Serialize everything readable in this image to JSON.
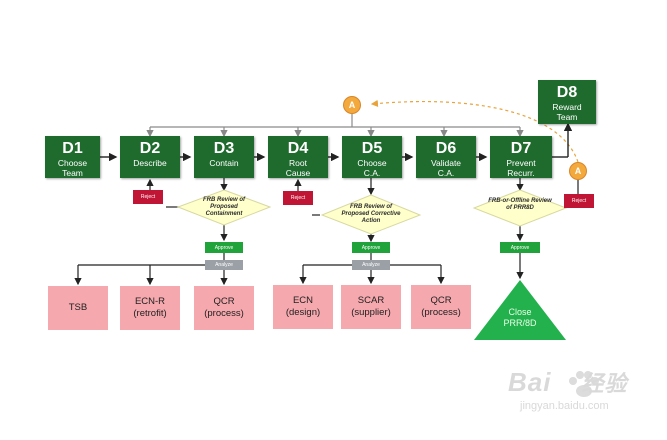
{
  "steps": [
    {
      "code": "D1",
      "label": "Choose Team"
    },
    {
      "code": "D2",
      "label": "Describe"
    },
    {
      "code": "D3",
      "label": "Contain"
    },
    {
      "code": "D4",
      "label": "Root Cause"
    },
    {
      "code": "D5",
      "label": "Choose C.A."
    },
    {
      "code": "D6",
      "label": "Validate C.A."
    },
    {
      "code": "D7",
      "label": "Prevent Recurr."
    },
    {
      "code": "D8",
      "label": "Reward Team"
    }
  ],
  "decisions": [
    {
      "text": "FRB Review of Proposed Containment"
    },
    {
      "text": "FRB Review of Proposed Corrective Action"
    },
    {
      "text": "FRB-or-Offline Review of PRR8D"
    }
  ],
  "tags": {
    "reject": "Reject",
    "approve": "Approve",
    "analyze": "Analyze"
  },
  "connector": "A",
  "outcomes_containment": [
    {
      "line1": "TSB",
      "line2": ""
    },
    {
      "line1": "ECN-R",
      "line2": "(retrofit)"
    },
    {
      "line1": "QCR",
      "line2": "(process)"
    }
  ],
  "outcomes_corrective": [
    {
      "line1": "ECN",
      "line2": "(design)"
    },
    {
      "line1": "SCAR",
      "line2": "(supplier)"
    },
    {
      "line1": "QCR",
      "line2": "(process)"
    }
  ],
  "close": {
    "line1": "Close",
    "line2": "PRR/8D"
  },
  "watermark": {
    "brand": "Bai",
    "brand2": "经验",
    "url": "jingyan.baidu.com"
  },
  "colors": {
    "step": "#1f6b2e",
    "outcome": "#f5a8ad",
    "reject": "#c01535",
    "approve": "#21a33b",
    "analyze": "#9aa0a6",
    "diamond": "#ffffcc",
    "connector": "#f3a93b",
    "close": "#22b14c"
  }
}
